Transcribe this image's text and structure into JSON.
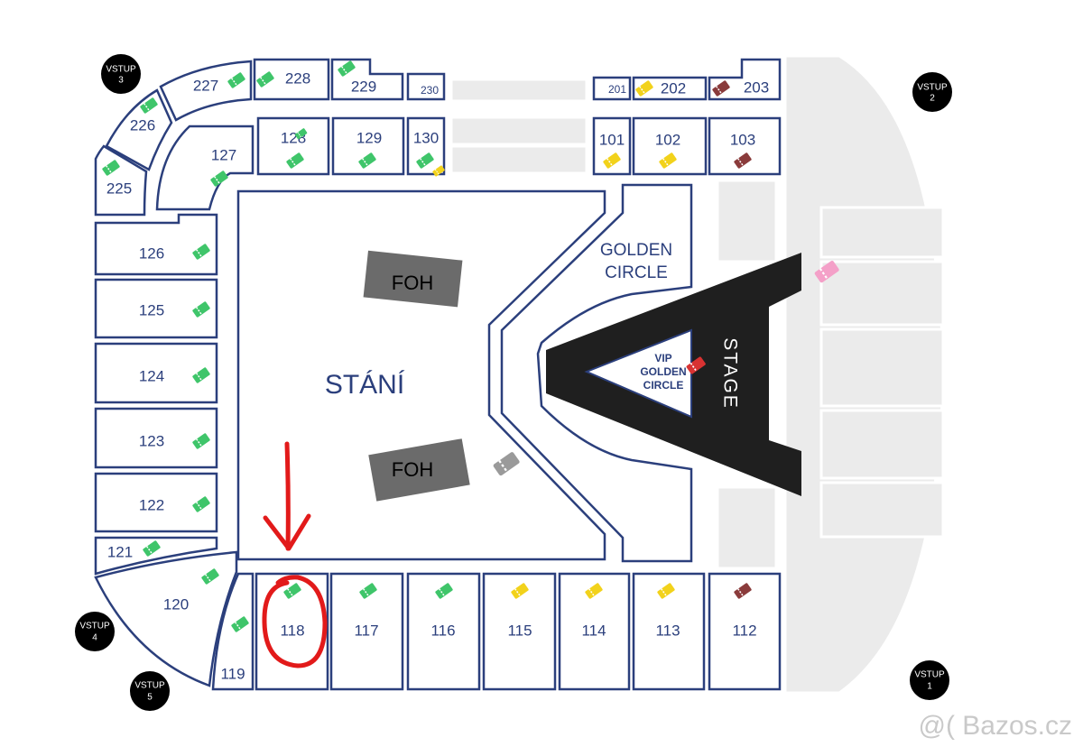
{
  "colors": {
    "outline": "#2b3f7c",
    "ticket_green": "#3fc56a",
    "ticket_yellow": "#f2d21b",
    "ticket_brown": "#8a3b3b",
    "ticket_pink": "#f4a0c8",
    "ticket_red": "#d83232",
    "ticket_grey": "#9a9a9a",
    "foh": "#6b6b6b",
    "stage": "#1f1f1f",
    "annotation": "#e21a1a"
  },
  "entrances": [
    {
      "line1": "VSTUP",
      "line2": "3"
    },
    {
      "line1": "VSTUP",
      "line2": "2"
    },
    {
      "line1": "VSTUP",
      "line2": "4"
    },
    {
      "line1": "VSTUP",
      "line2": "5"
    },
    {
      "line1": "VSTUP",
      "line2": "1"
    }
  ],
  "sections": {
    "s227": "227",
    "s228": "228",
    "s229": "229",
    "s230": "230",
    "s201": "201",
    "s202": "202",
    "s203": "203",
    "s226": "226",
    "s225": "225",
    "s127": "127",
    "s128": "128",
    "s129": "129",
    "s130": "130",
    "s101": "101",
    "s102": "102",
    "s103": "103",
    "s126": "126",
    "s125": "125",
    "s124": "124",
    "s123": "123",
    "s122": "122",
    "s121": "121",
    "s120": "120",
    "s119": "119",
    "s118": "118",
    "s117": "117",
    "s116": "116",
    "s115": "115",
    "s114": "114",
    "s113": "113",
    "s112": "112"
  },
  "floor": {
    "standing": "STÁNÍ",
    "foh_top": "FOH",
    "foh_bottom": "FOH",
    "golden_line1": "GOLDEN",
    "golden_line2": "CIRCLE",
    "vip_line1": "VIP",
    "vip_line2": "GOLDEN",
    "vip_line3": "CIRCLE",
    "stage": "STAGE"
  },
  "watermark": "@( Bazos.cz"
}
